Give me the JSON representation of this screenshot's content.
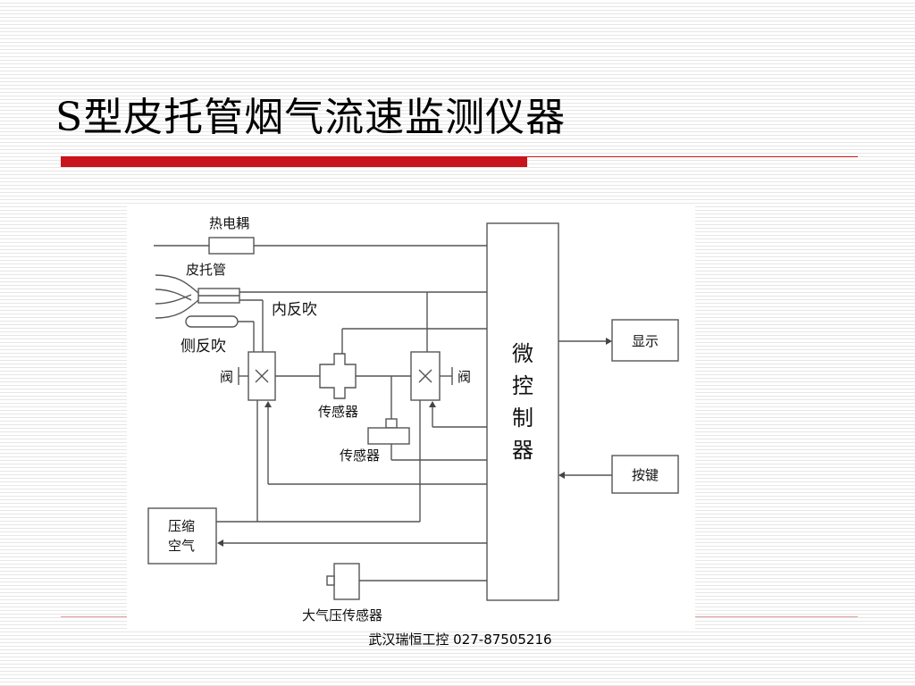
{
  "slide": {
    "title": "S型皮托管烟气流速监测仪器",
    "footer": "武汉瑞恒工控 027-87505216"
  },
  "diagram": {
    "labels": {
      "thermocouple": "热电耦",
      "pitot_tube": "皮托管",
      "inner_backblow": "内反吹",
      "side_backblow": "侧反吹",
      "valve_left": "阀",
      "valve_right": "阀",
      "sensor_middle": "传感器",
      "sensor_lower": "传感器",
      "compressed_air_line1": "压缩",
      "compressed_air_line2": "空气",
      "barometric_sensor": "大气压传感器",
      "mcu_char1": "微",
      "mcu_char2": "控",
      "mcu_char3": "制",
      "mcu_char4": "器",
      "display": "显示",
      "keypad": "按键"
    }
  }
}
